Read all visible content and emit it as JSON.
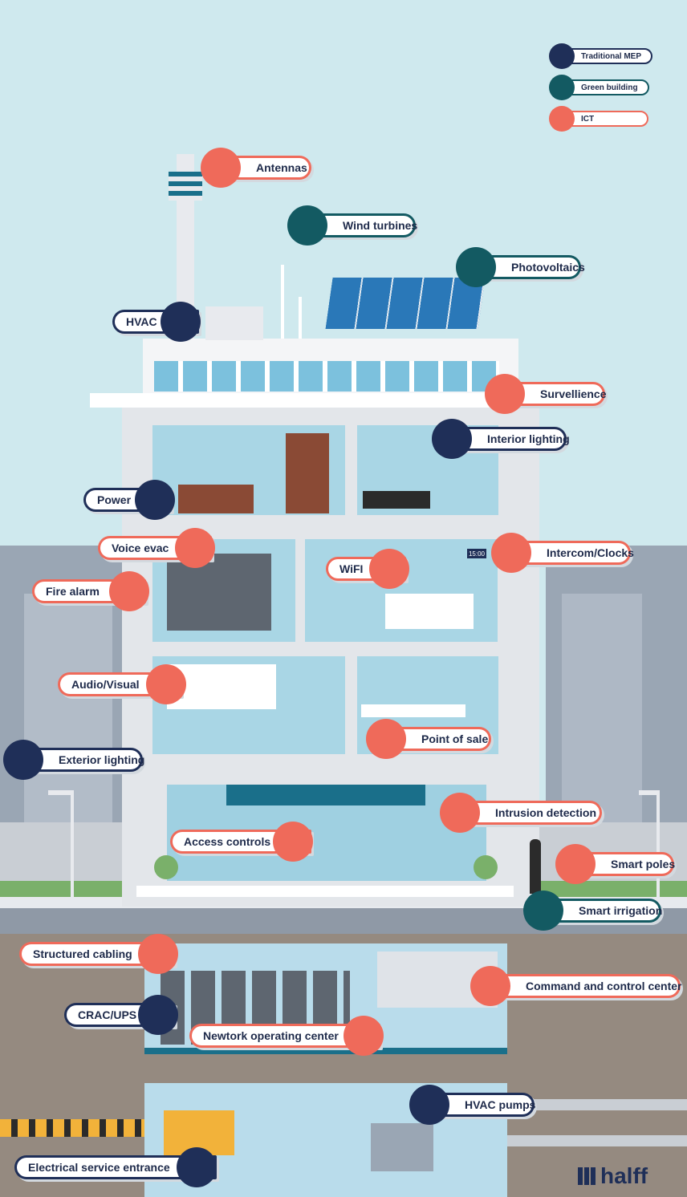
{
  "legend": [
    {
      "label": "Traditional MEP",
      "color": "#1f2f58"
    },
    {
      "label": "Green building",
      "color": "#135a62"
    },
    {
      "label": "ICT",
      "color": "#ef6a5a"
    }
  ],
  "labels": {
    "antennas": "Antennas",
    "wind_turbines": "Wind turbines",
    "photovoltaics": "Photovoltaics",
    "hvac": "HVAC",
    "surveillience": "Survellience",
    "interior_lighting": "Interior lighting",
    "power": "Power",
    "voice_evac": "Voice evac",
    "intercom_clocks": "Intercom/Clocks",
    "fire_alarm": "Fire alarm",
    "wifi": "WiFI",
    "audio_visual": "Audio/Visual",
    "point_of_sale": "Point of sale",
    "exterior_lighting": "Exterior lighting",
    "intrusion_detection": "Intrusion detection",
    "access_controls": "Access controls",
    "smart_poles": "Smart poles",
    "smart_irrigation": "Smart irrigation",
    "structured_cabling": "Structured cabling",
    "command_control": "Command and control center",
    "crac_ups": "CRAC/UPS",
    "network_operating": "Newtork operating center",
    "hvac_pumps": "HVAC pumps",
    "electrical_service": "Electrical service entrance"
  },
  "clock_display": "15:00",
  "brand": "halff"
}
